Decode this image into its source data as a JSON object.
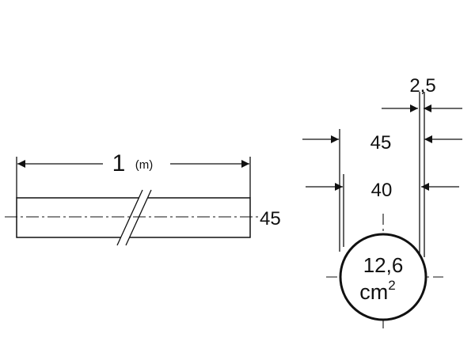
{
  "side_view": {
    "length_value": "1",
    "length_unit": "(m)",
    "diameter_label": "45"
  },
  "section_view": {
    "wall_thickness_label": "2,5",
    "outer_diameter_label": "45",
    "inner_diameter_label": "40",
    "area_value": "12,6",
    "area_unit_base": "cm",
    "area_unit_exponent": "2"
  },
  "colors": {
    "line": "#111111",
    "background": "#ffffff"
  }
}
